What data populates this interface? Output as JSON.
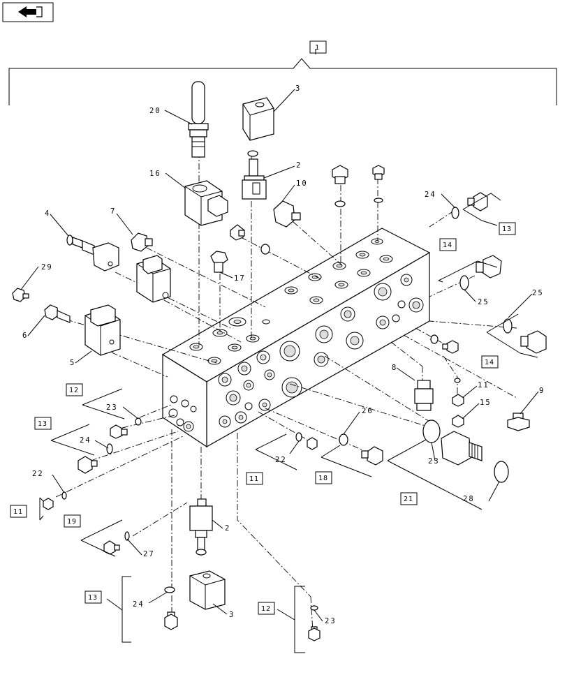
{
  "nav": {
    "icon": "back-arrow-icon"
  },
  "callouts": [
    {
      "text": "1"
    },
    {
      "text": "3"
    },
    {
      "text": "20"
    },
    {
      "text": "2"
    },
    {
      "text": "16"
    },
    {
      "text": "10"
    },
    {
      "text": "24"
    },
    {
      "text": "13"
    },
    {
      "text": "4"
    },
    {
      "text": "7"
    },
    {
      "text": "14"
    },
    {
      "text": "17"
    },
    {
      "text": "29"
    },
    {
      "text": "25"
    },
    {
      "text": "25"
    },
    {
      "text": "6"
    },
    {
      "text": "14"
    },
    {
      "text": "5"
    },
    {
      "text": "8"
    },
    {
      "text": "11"
    },
    {
      "text": "9"
    },
    {
      "text": "15"
    },
    {
      "text": "12"
    },
    {
      "text": "23"
    },
    {
      "text": "13"
    },
    {
      "text": "24"
    },
    {
      "text": "26"
    },
    {
      "text": "22"
    },
    {
      "text": "23"
    },
    {
      "text": "11"
    },
    {
      "text": "18"
    },
    {
      "text": "28"
    },
    {
      "text": "21"
    },
    {
      "text": "22"
    },
    {
      "text": "11"
    },
    {
      "text": "2"
    },
    {
      "text": "19"
    },
    {
      "text": "27"
    },
    {
      "text": "13"
    },
    {
      "text": "24"
    },
    {
      "text": "3"
    },
    {
      "text": "12"
    },
    {
      "text": "23"
    }
  ],
  "colors": {
    "line": "#000000",
    "background": "#ffffff",
    "part_fill": "#ffffff",
    "shading": "#cfcfcf"
  }
}
